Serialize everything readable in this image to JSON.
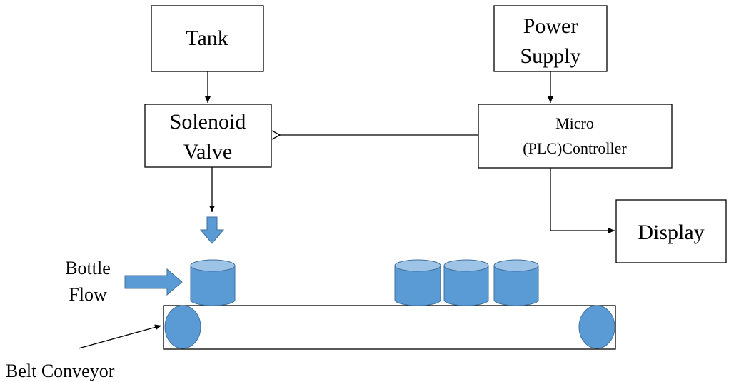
{
  "blocks": {
    "tank": "Tank",
    "power_supply": [
      "Power",
      "Supply"
    ],
    "solenoid_valve": [
      "Solenoid",
      "Valve"
    ],
    "controller": [
      "Micro",
      "(PLC)Controller"
    ],
    "display": "Display"
  },
  "labels": {
    "bottle_flow": [
      "Bottle",
      "Flow"
    ],
    "belt_conveyor": "Belt Conveyor"
  },
  "colors": {
    "bottle_fill": "#5b9bd5",
    "bottle_top": "#9dc3e6",
    "bottle_stroke": "#41719c",
    "line": "#000000"
  }
}
